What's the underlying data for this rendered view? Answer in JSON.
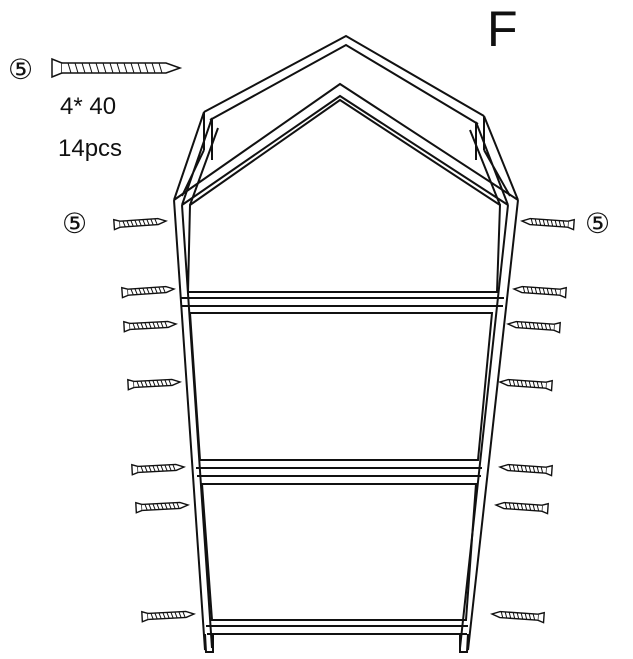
{
  "step": {
    "letter": "F"
  },
  "part": {
    "number": "⑤",
    "size": "4* 40",
    "quantity": "14pcs"
  },
  "callouts": {
    "left_screw_label": "⑤",
    "right_screw_label": "⑤"
  },
  "colors": {
    "stroke": "#111111",
    "background": "#ffffff"
  },
  "icons": {
    "screw": "screw-icon"
  },
  "diagram": {
    "shelf_compartments": 3,
    "screws_per_side": 7
  }
}
